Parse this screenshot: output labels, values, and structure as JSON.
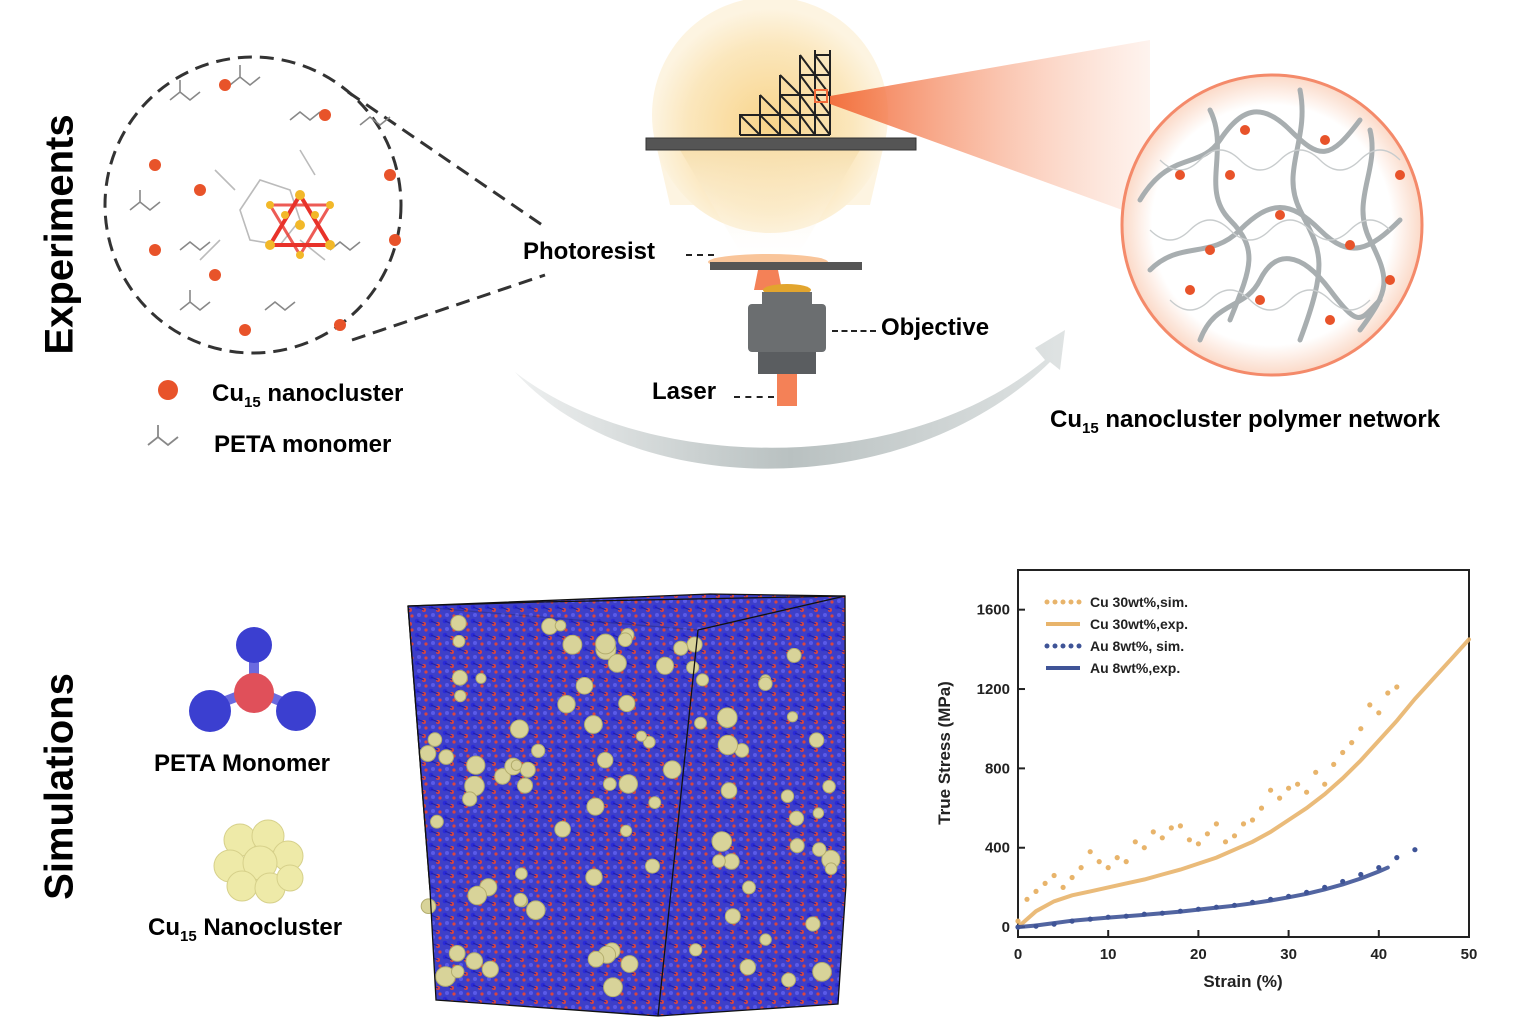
{
  "sections": {
    "experiments": "Experiments",
    "simulations": "Simulations"
  },
  "experiments": {
    "legend": {
      "nanocluster_main": "Cu",
      "nanocluster_sub": "15",
      "nanocluster_rest": " nanocluster",
      "monomer": "PETA monomer"
    },
    "setup": {
      "photoresist": "Photoresist",
      "objective": "Objective",
      "laser": "Laser"
    },
    "network": {
      "main": "Cu",
      "sub": "15",
      "rest": " nanocluster polymer network"
    }
  },
  "simulations": {
    "monomer_label": "PETA Monomer",
    "cluster_main": "Cu",
    "cluster_sub": "15",
    "cluster_rest": " Nanocluster"
  },
  "colors": {
    "cu_orange": "#e8b46b",
    "au_blue": "#3f5497",
    "laser": "#f26b3a",
    "atom_blue": "#3b3fd0",
    "atom_red": "#e0505a",
    "atom_yellow": "#eeeaa8"
  },
  "chart_data": {
    "type": "line",
    "xlabel": "Strain (%)",
    "ylabel": "True Stress (MPa)",
    "xlim": [
      0,
      50
    ],
    "ylim": [
      -50,
      1800
    ],
    "xticks": [
      0,
      10,
      20,
      30,
      40,
      50
    ],
    "yticks": [
      0,
      400,
      800,
      1200,
      1600
    ],
    "legend_position": "top-left",
    "series": [
      {
        "name": "Cu 30wt%,sim.",
        "style": "dotted",
        "color": "#e8b46b",
        "x": [
          0,
          1,
          2,
          3,
          4,
          5,
          6,
          7,
          8,
          9,
          10,
          11,
          12,
          13,
          14,
          15,
          16,
          17,
          18,
          19,
          20,
          21,
          22,
          23,
          24,
          25,
          26,
          27,
          28,
          29,
          30,
          31,
          32,
          33,
          34,
          35,
          36,
          37,
          38,
          39,
          40,
          41,
          42
        ],
        "y": [
          30,
          140,
          180,
          220,
          260,
          200,
          250,
          300,
          380,
          330,
          300,
          350,
          330,
          430,
          400,
          480,
          450,
          500,
          510,
          440,
          420,
          470,
          520,
          430,
          460,
          520,
          540,
          600,
          690,
          650,
          700,
          720,
          680,
          780,
          720,
          820,
          880,
          930,
          1000,
          1120,
          1080,
          1180,
          1210
        ]
      },
      {
        "name": "Cu 30wt%,exp.",
        "style": "solid",
        "color": "#e8b46b",
        "x": [
          0,
          2,
          4,
          6,
          8,
          10,
          12,
          14,
          16,
          18,
          20,
          22,
          24,
          26,
          28,
          30,
          32,
          34,
          36,
          38,
          40,
          42,
          44,
          46,
          48,
          50
        ],
        "y": [
          0,
          80,
          130,
          160,
          180,
          200,
          220,
          240,
          265,
          290,
          320,
          350,
          390,
          430,
          480,
          540,
          600,
          670,
          750,
          840,
          940,
          1040,
          1150,
          1250,
          1350,
          1450
        ]
      },
      {
        "name": "Au 8wt%, sim.",
        "style": "dotted",
        "color": "#3f5497",
        "x": [
          0,
          2,
          4,
          6,
          8,
          10,
          12,
          14,
          16,
          18,
          20,
          22,
          24,
          26,
          28,
          30,
          32,
          34,
          36,
          38,
          40,
          42,
          44
        ],
        "y": [
          0,
          5,
          15,
          30,
          40,
          50,
          55,
          65,
          70,
          80,
          90,
          100,
          110,
          125,
          140,
          155,
          175,
          200,
          230,
          265,
          300,
          350,
          390
        ]
      },
      {
        "name": "Au 8wt%,exp.",
        "style": "solid",
        "color": "#3f5497",
        "x": [
          0,
          2,
          4,
          6,
          8,
          10,
          12,
          14,
          16,
          18,
          20,
          22,
          24,
          26,
          28,
          30,
          32,
          34,
          36,
          38,
          40,
          41
        ],
        "y": [
          0,
          8,
          20,
          32,
          40,
          48,
          55,
          62,
          70,
          78,
          88,
          98,
          108,
          120,
          134,
          150,
          168,
          190,
          215,
          245,
          280,
          300
        ]
      }
    ]
  }
}
